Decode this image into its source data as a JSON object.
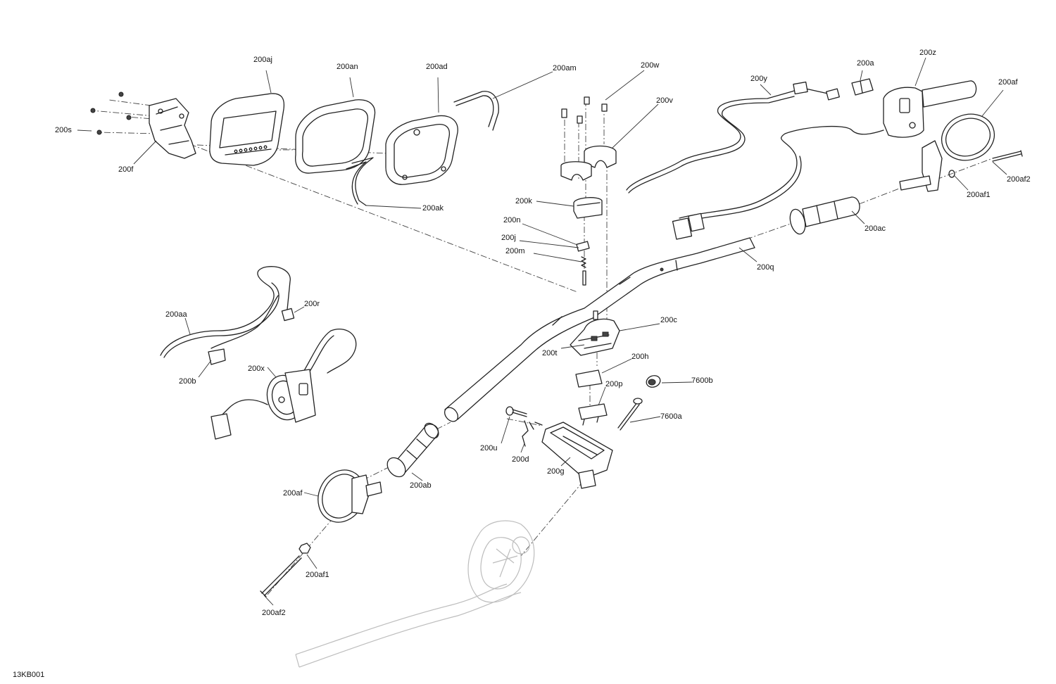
{
  "drawing_code": "13KB001",
  "callouts": [
    {
      "id": "200aj",
      "text": "200aj"
    },
    {
      "id": "200an",
      "text": "200an"
    },
    {
      "id": "200ad",
      "text": "200ad"
    },
    {
      "id": "200am",
      "text": "200am"
    },
    {
      "id": "200w",
      "text": "200w"
    },
    {
      "id": "200v",
      "text": "200v"
    },
    {
      "id": "200y",
      "text": "200y"
    },
    {
      "id": "200a",
      "text": "200a"
    },
    {
      "id": "200z",
      "text": "200z"
    },
    {
      "id": "200af-right",
      "text": "200af"
    },
    {
      "id": "200s",
      "text": "200s"
    },
    {
      "id": "200f",
      "text": "200f"
    },
    {
      "id": "200ak",
      "text": "200ak"
    },
    {
      "id": "200k",
      "text": "200k"
    },
    {
      "id": "200n",
      "text": "200n"
    },
    {
      "id": "200j",
      "text": "200j"
    },
    {
      "id": "200m",
      "text": "200m"
    },
    {
      "id": "200af2-right",
      "text": "200af2"
    },
    {
      "id": "200af1-right",
      "text": "200af1"
    },
    {
      "id": "200ac",
      "text": "200ac"
    },
    {
      "id": "200q",
      "text": "200q"
    },
    {
      "id": "200r",
      "text": "200r"
    },
    {
      "id": "200aa",
      "text": "200aa"
    },
    {
      "id": "200c",
      "text": "200c"
    },
    {
      "id": "200t",
      "text": "200t"
    },
    {
      "id": "200h",
      "text": "200h"
    },
    {
      "id": "200x",
      "text": "200x"
    },
    {
      "id": "200b",
      "text": "200b"
    },
    {
      "id": "200p",
      "text": "200p"
    },
    {
      "id": "7600b",
      "text": "7600b"
    },
    {
      "id": "7600a",
      "text": "7600a"
    },
    {
      "id": "200u",
      "text": "200u"
    },
    {
      "id": "200d",
      "text": "200d"
    },
    {
      "id": "200g",
      "text": "200g"
    },
    {
      "id": "200ab",
      "text": "200ab"
    },
    {
      "id": "200af-left",
      "text": "200af"
    },
    {
      "id": "200af1-left",
      "text": "200af1"
    },
    {
      "id": "200af2-left",
      "text": "200af2"
    }
  ]
}
